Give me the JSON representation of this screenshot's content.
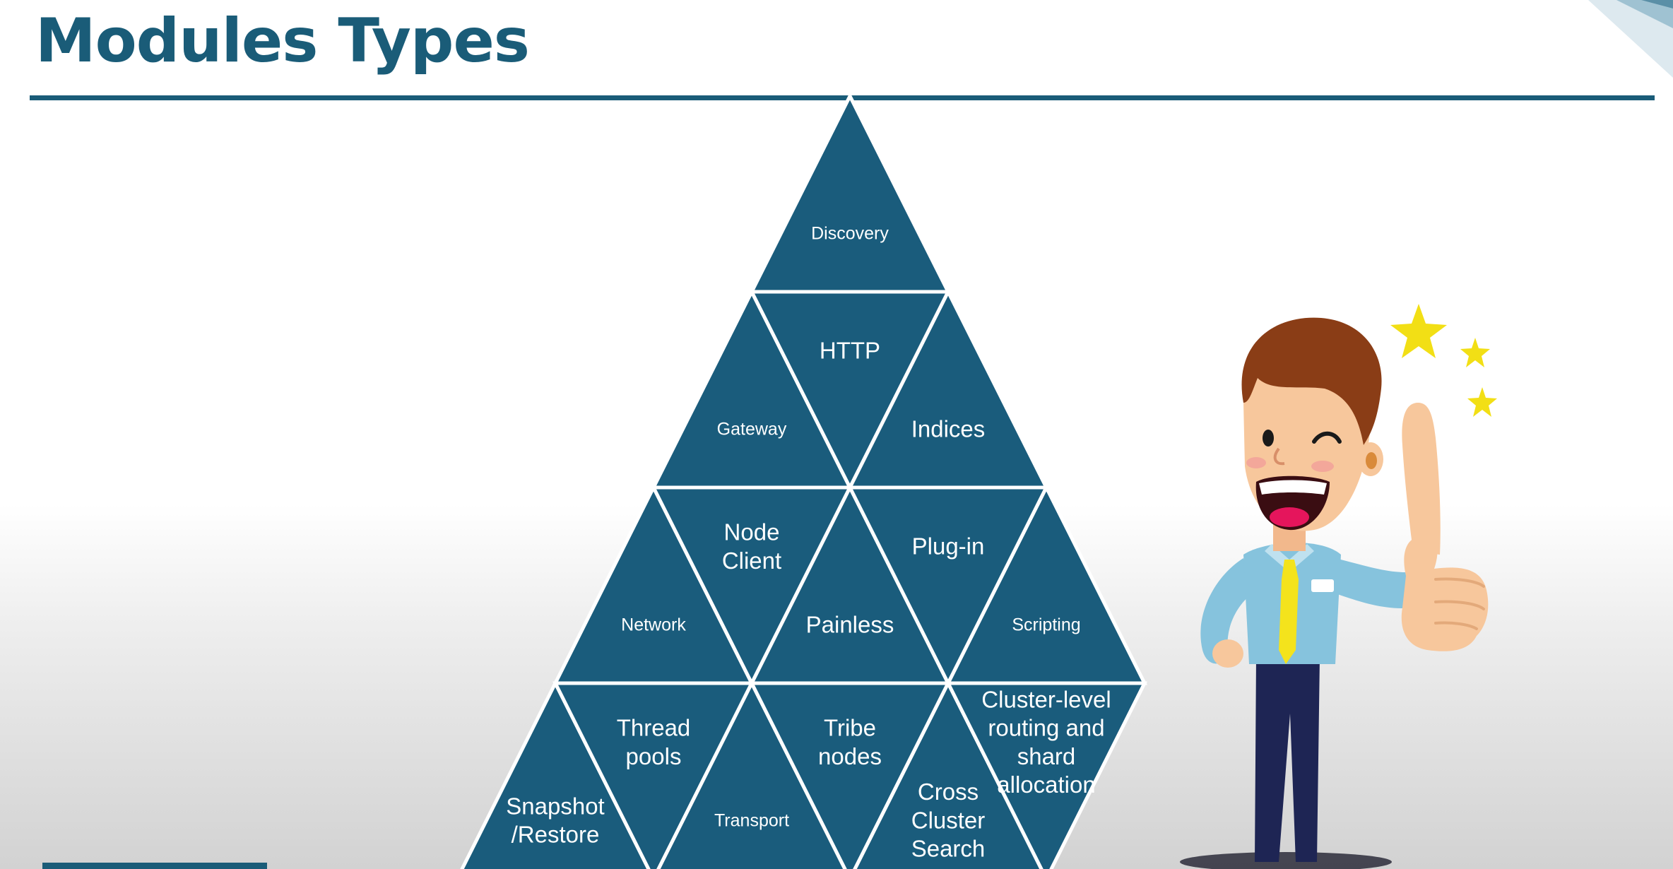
{
  "slide": {
    "title": "Modules Types"
  },
  "pyramid": {
    "fill_color": "#1a5c7c",
    "line_color": "#ffffff",
    "tiles": [
      {
        "row": 0,
        "col": 0,
        "lines": [
          "Discovery"
        ]
      },
      {
        "row": 1,
        "col": 0,
        "lines": [
          "Gateway"
        ]
      },
      {
        "row": 1,
        "col": 1,
        "lines": [
          "HTTP"
        ]
      },
      {
        "row": 1,
        "col": 2,
        "lines": [
          "Indices"
        ]
      },
      {
        "row": 2,
        "col": 0,
        "lines": [
          "Network"
        ]
      },
      {
        "row": 2,
        "col": 1,
        "lines": [
          "Node",
          "Client"
        ]
      },
      {
        "row": 2,
        "col": 2,
        "lines": [
          "Painless"
        ]
      },
      {
        "row": 2,
        "col": 3,
        "lines": [
          "Plug-in"
        ]
      },
      {
        "row": 2,
        "col": 4,
        "lines": [
          "Scripting"
        ]
      },
      {
        "row": 3,
        "col": 0,
        "lines": [
          "Snapshot",
          "/Restore"
        ]
      },
      {
        "row": 3,
        "col": 1,
        "lines": [
          "Thread",
          "pools"
        ]
      },
      {
        "row": 3,
        "col": 2,
        "lines": [
          "Transport"
        ]
      },
      {
        "row": 3,
        "col": 3,
        "lines": [
          "Tribe",
          "nodes"
        ]
      },
      {
        "row": 3,
        "col": 4,
        "lines": [
          "Cross",
          "Cluster",
          "Search"
        ]
      },
      {
        "row": 3,
        "col": 5,
        "lines": [
          "Cluster-level",
          "routing and",
          "shard",
          "allocation"
        ]
      }
    ]
  },
  "illustration": {
    "name": "thumbs-up-businessman",
    "accent_colors": {
      "hair": "#8a3d16",
      "skin": "#f7c79c",
      "shirt": "#86c3dd",
      "tie": "#f4e31c",
      "pants": "#1e2554",
      "stars": "#f2df15"
    }
  }
}
